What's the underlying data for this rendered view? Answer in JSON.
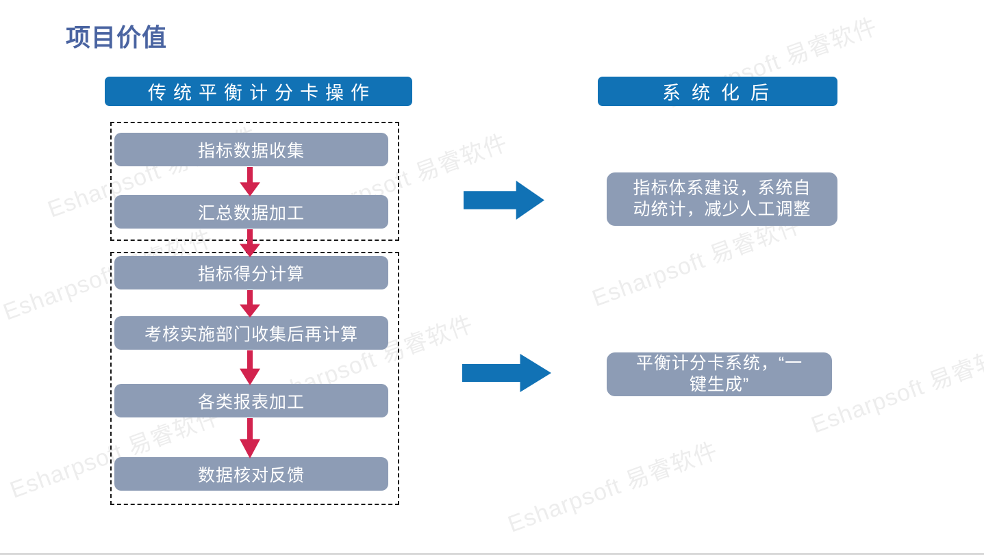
{
  "title": "项目价值",
  "watermark": {
    "text": "Esharpsoft 易睿软件",
    "color": "#ededed"
  },
  "left_panel": {
    "header": "传统平衡计分卡操作",
    "groups": [
      {
        "steps": [
          "指标数据收集",
          "汇总数据加工"
        ]
      },
      {
        "steps": [
          "指标得分计算",
          "考核实施部门收集后再计算",
          "各类报表加工",
          "数据核对反馈"
        ]
      }
    ]
  },
  "right_panel": {
    "header": "系统化后",
    "results": [
      "指标体系建设，系统自动统计，减少人工调整",
      "平衡计分卡系统，“一键生成”"
    ]
  },
  "colors": {
    "header_blue": "#1172b5",
    "step_gray": "#8d9cb5",
    "arrow_red": "#d2234e",
    "title_blue": "#4a64a1",
    "watermark_gray": "#ededed"
  }
}
